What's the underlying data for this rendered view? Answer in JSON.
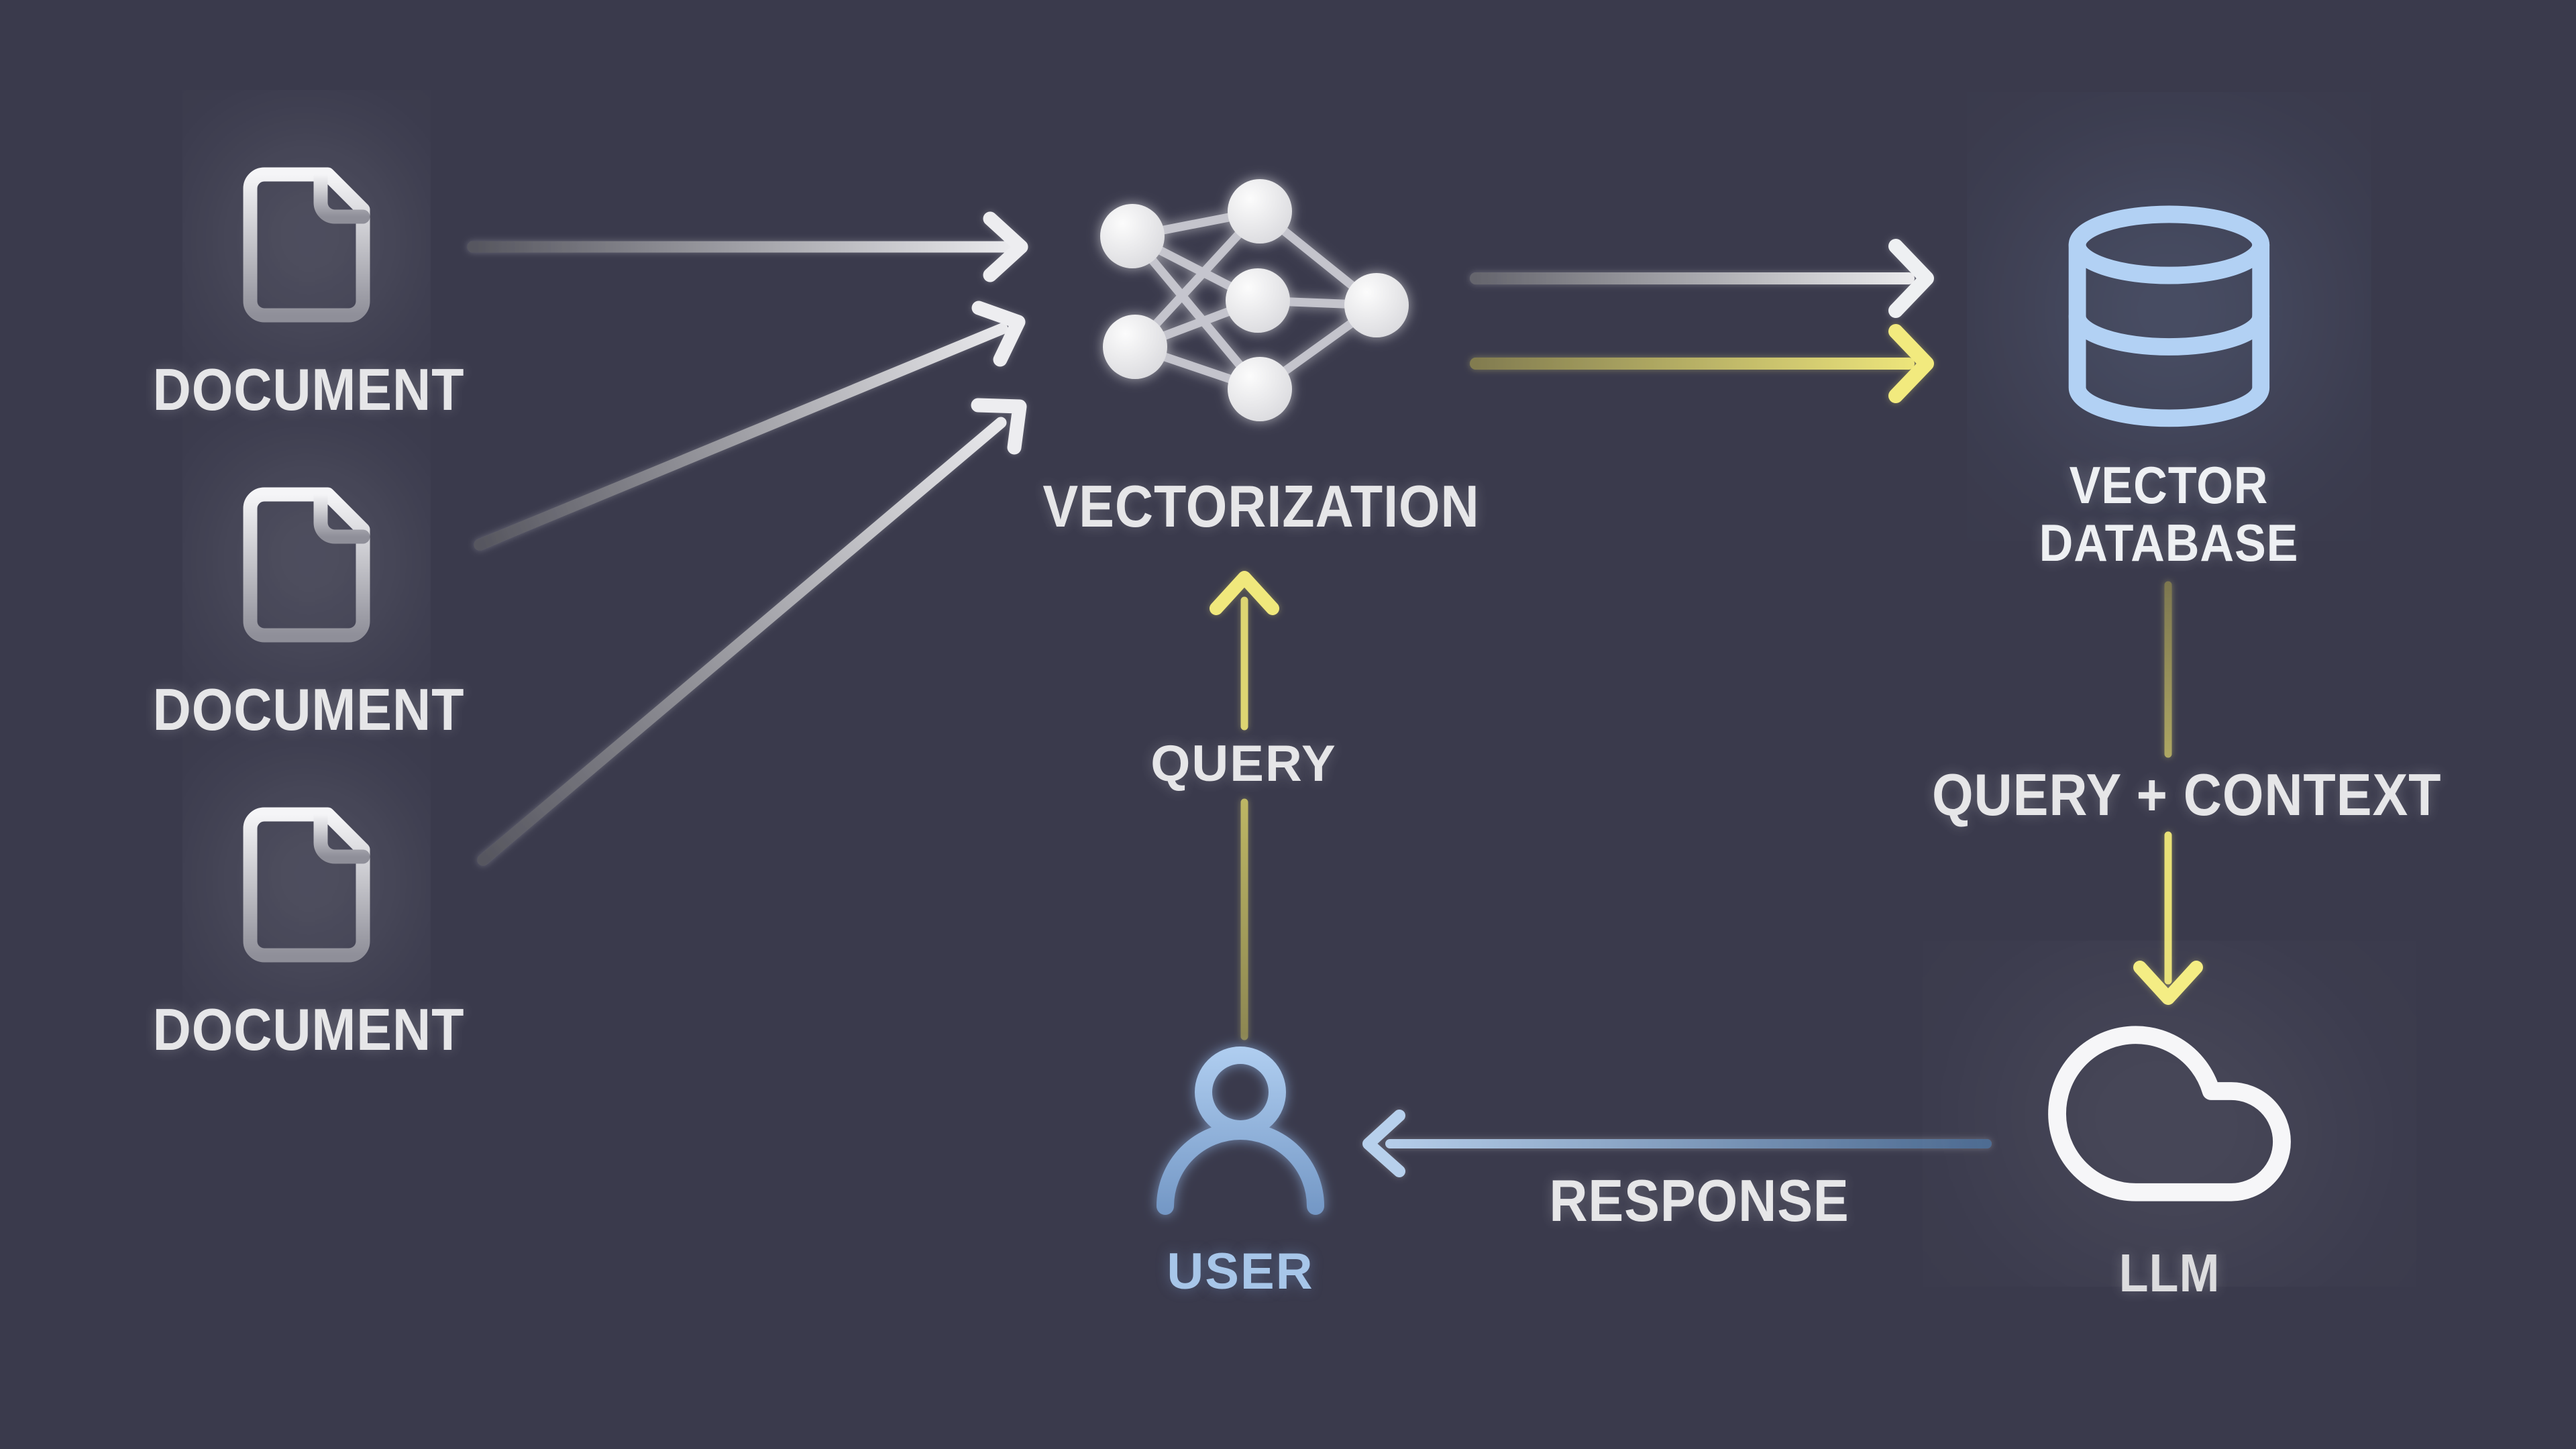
{
  "diagram_title": "",
  "nodes": {
    "documents": [
      {
        "label": "DOCUMENT",
        "icon": "file-icon"
      },
      {
        "label": "DOCUMENT",
        "icon": "file-icon"
      },
      {
        "label": "DOCUMENT",
        "icon": "file-icon"
      }
    ],
    "vectorization": {
      "label": "VECTORIZATION",
      "icon": "neural-network-icon"
    },
    "vector_database": {
      "label_line1": "VECTOR",
      "label_line2": "DATABASE",
      "icon": "database-icon"
    },
    "user": {
      "label": "USER",
      "icon": "user-icon"
    },
    "llm": {
      "label": "LLM",
      "icon": "cloud-icon"
    }
  },
  "edges": {
    "documents_to_vectorization": {
      "label": "",
      "style": "gray-arrow"
    },
    "vectorization_to_database_data": {
      "label": "",
      "style": "gray-arrow"
    },
    "vectorization_to_database_query": {
      "label": "",
      "style": "yellow-arrow"
    },
    "user_to_vectorization": {
      "label": "QUERY",
      "style": "yellow-arrow"
    },
    "database_to_llm": {
      "label": "QUERY + CONTEXT",
      "style": "yellow-arrow"
    },
    "llm_to_user": {
      "label": "RESPONSE",
      "style": "blue-arrow"
    }
  },
  "colors": {
    "background": "#3a3a4c",
    "label_gray": "#e6e6e8",
    "label_blue": "#a7c6e9",
    "accent_yellow": "#f0e87c",
    "accent_olive": "#857f52",
    "accent_blue_light": "#b5cde9",
    "accent_blue_steel": "#4a688f",
    "icon_blue": "#a9c9ef",
    "icon_white": "#f2f2f4"
  }
}
